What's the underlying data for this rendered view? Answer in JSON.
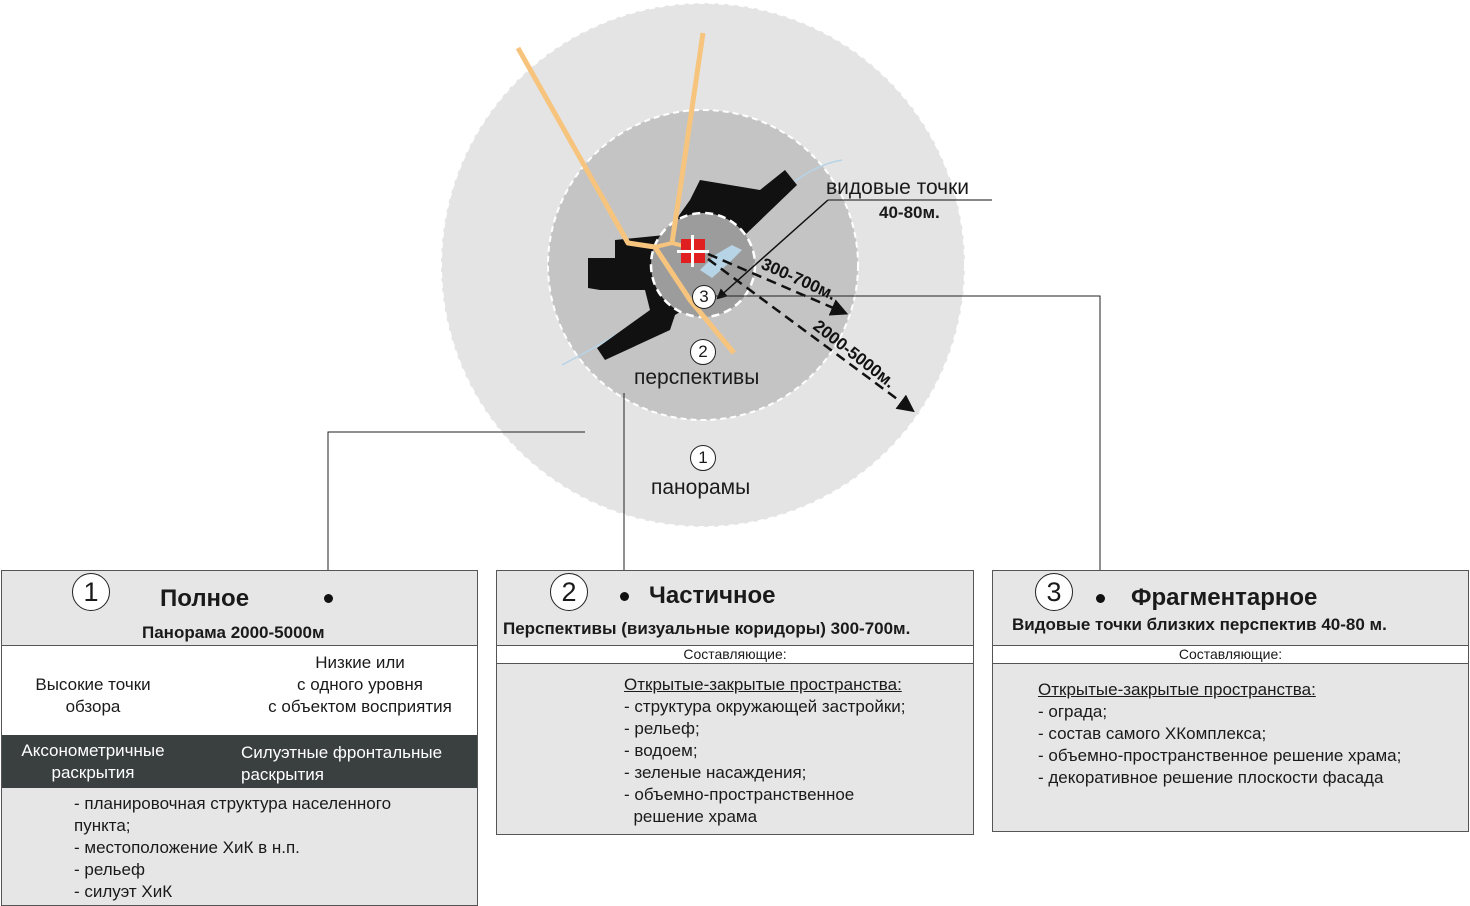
{
  "diagram": {
    "zone_labels": {
      "viewpoints_title": "видовые точки",
      "viewpoints_range": "40-80м.",
      "perspectives": "перспективы",
      "panoramas": "панорамы",
      "range_near": "300-700м.",
      "range_far": "2000-5000м."
    },
    "markers": [
      "1",
      "2",
      "3"
    ],
    "colors": {
      "outer_zone": "#e4e4e4",
      "middle_zone": "#c4c4c4",
      "roads": "#f7c47e",
      "church": "#e02020",
      "water": "#b7d3e6",
      "header_dark": "#3a3f40"
    }
  },
  "box1": {
    "number": "1",
    "title": "Полное",
    "subtitle": "Панорама 2000-5000м",
    "col1": [
      "Высокие точки",
      "обзора"
    ],
    "col2": [
      "Низкие или",
      "с одного уровня",
      "с объектом восприятия"
    ],
    "dark_col1": [
      "Аксонометричные",
      "раскрытия"
    ],
    "dark_col2": [
      "Силуэтные фронтальные",
      "раскрытия"
    ],
    "items": [
      "- планировочная структура населенного",
      "пункта;",
      "- местоположение ХиК в н.п.",
      "- рельеф",
      "- силуэт ХиК"
    ]
  },
  "box2": {
    "number": "2",
    "title": "Частичное",
    "subtitle": "Перспективы (визуальные коридоры) 300-700м.",
    "components": "Составляющие:",
    "head": "Открытые-закрытые пространства:",
    "items": [
      "- структура окружающей застройки;",
      "- рельеф;",
      "- водоем;",
      "- зеленые насаждения;",
      "- объемно-пространственное",
      "  решение храма"
    ]
  },
  "box3": {
    "number": "3",
    "title": "Фрагментарное",
    "subtitle": "Видовые точки близких перспектив  40-80 м.",
    "components": "Составляющие:",
    "head": "Открытые-закрытые пространства:",
    "items": [
      "- ограда;",
      "- состав самого ХКомплекса;",
      "- объемно-пространственное решение храма;",
      "- декоративное решение плоскости фасада"
    ]
  }
}
